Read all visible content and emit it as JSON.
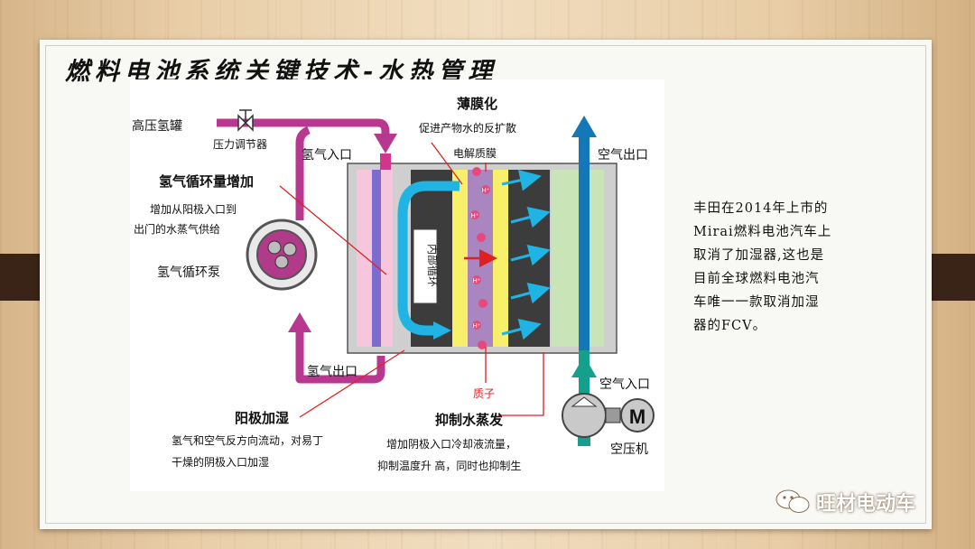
{
  "slide": {
    "title": "燃料电池系统关键技术-水热管理",
    "side_note": "丰田在2014年上市的\nMirai燃料电池汽车上\n取消了加湿器,这也是\n目前全球燃料电池汽\n车唯一一款取消加湿\n器的FCV。",
    "watermark": "旺材电动车"
  },
  "diagram": {
    "labels": {
      "h2_tank": "高压氢罐",
      "pressure_regulator": "压力调节器",
      "h2_inlet": "氢气入口",
      "h2_recirc_increase": "氢气循环量增加",
      "h2_recirc_desc": [
        "增加从阳极入口到",
        "出门的水蒸气供给"
      ],
      "h2_pump": "氢气循环泵",
      "h2_outlet": "氢气出口",
      "anode_humid": "阳极加湿",
      "anode_humid_desc": [
        "氢气和空气反方向流动，对易丁",
        "干燥的阴极入口加湿"
      ],
      "thin_film": "薄膜化",
      "thin_film_desc": "促进产物水的反扩散",
      "electrolyte": "电解质膜",
      "internal_circ": "内部循环",
      "proton": "质子",
      "suppress_vapor": "抑制水蒸发",
      "suppress_desc": [
        "增加阴极入口冷却液流量，",
        "抑制温度升 高，同时也抑制生"
      ],
      "air_outlet": "空气出口",
      "air_inlet": "空气入口",
      "compressor": "空压机",
      "motor": "M",
      "h_plus": "H⁺"
    }
  },
  "colors": {
    "magenta": "#b8388f",
    "cyan": "#1fb4e3",
    "blue": "#1478b8",
    "teal": "#14a08c",
    "red": "#e02020",
    "pink_layer": "#f6c6dc",
    "dark_layer": "#3c3c3c",
    "yellow_layer": "#f8ef6a",
    "membrane": "#a986c0",
    "green_layer": "#c9e5b8"
  }
}
